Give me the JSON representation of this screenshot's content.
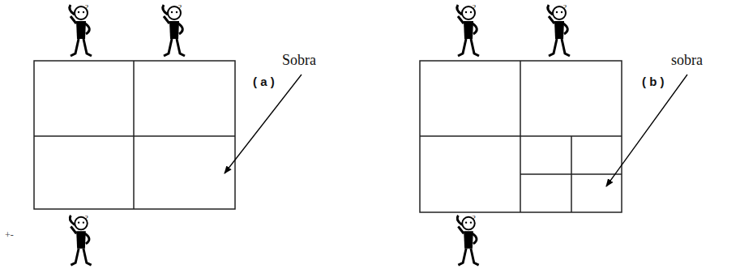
{
  "diagram": {
    "labels": [
      "( a )",
      "Sobra",
      "( b )",
      "sobra",
      "+-"
    ]
  }
}
